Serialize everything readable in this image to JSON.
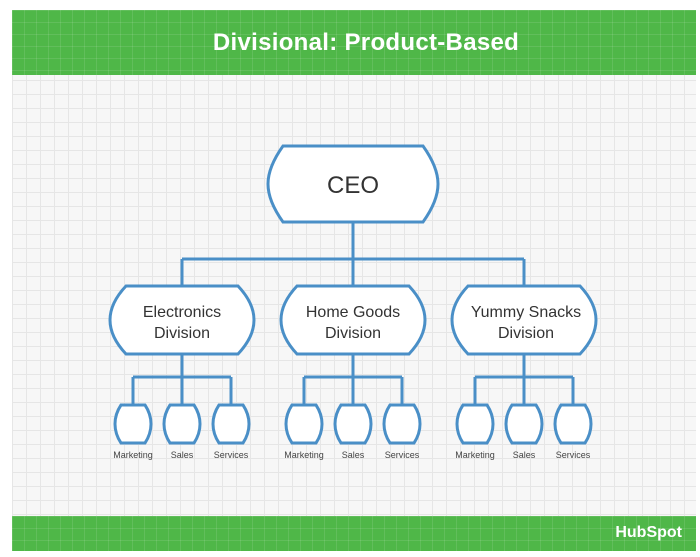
{
  "header": {
    "title": "Divisional: Product-Based"
  },
  "footer": {
    "brand": "HubSpot"
  },
  "colors": {
    "header_green": "#4fb748",
    "node_stroke": "#4a8fc7"
  },
  "org": {
    "root": "CEO",
    "divisions": [
      {
        "line1": "Electronics",
        "line2": "Division",
        "departments": [
          "Marketing",
          "Sales",
          "Services"
        ]
      },
      {
        "line1": "Home Goods",
        "line2": "Division",
        "departments": [
          "Marketing",
          "Sales",
          "Services"
        ]
      },
      {
        "line1": "Yummy Snacks",
        "line2": "Division",
        "departments": [
          "Marketing",
          "Sales",
          "Services"
        ]
      }
    ]
  }
}
